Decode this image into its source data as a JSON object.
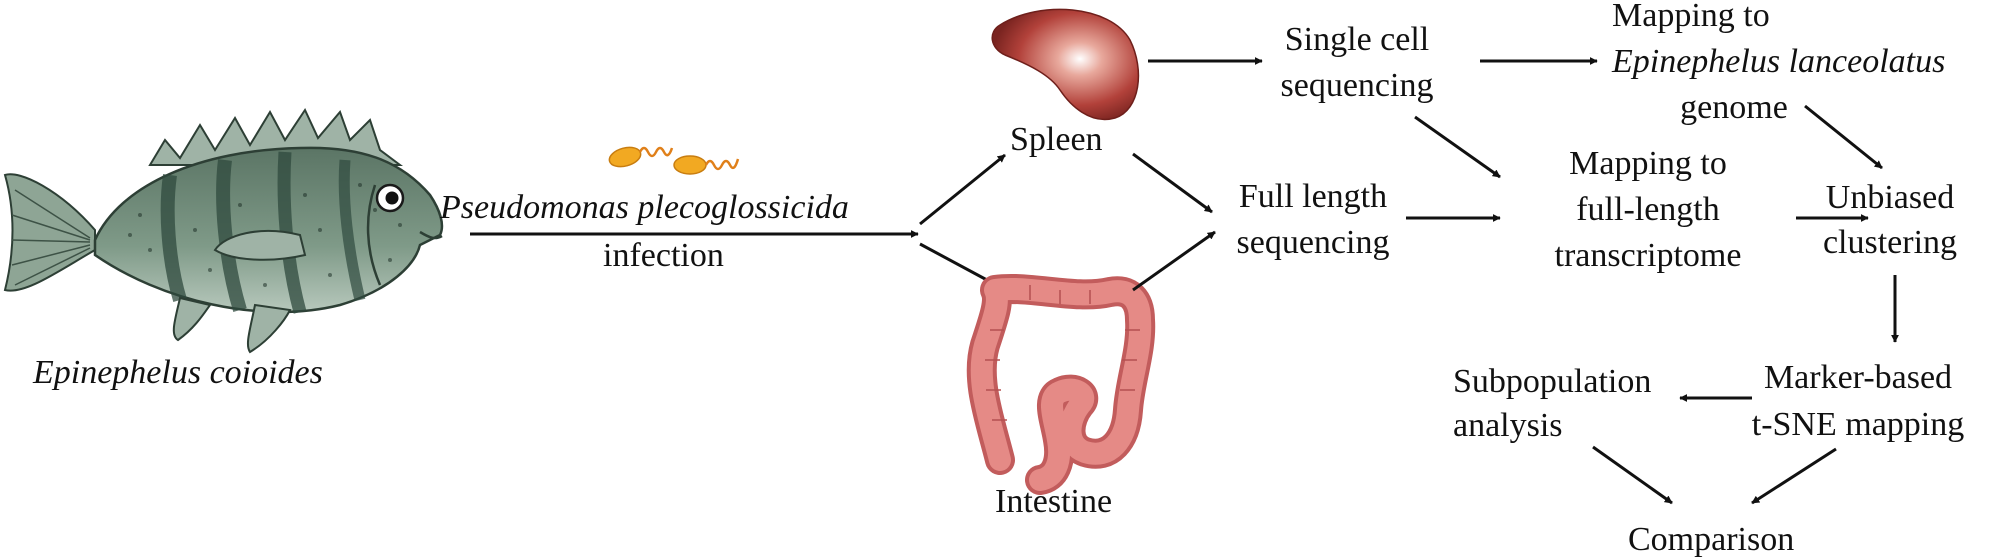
{
  "diagram": {
    "fish_label": "Epinephelus coioides",
    "pathogen_label": "Pseudomonas plecoglossicida",
    "infection_label": "infection",
    "spleen_label": "Spleen",
    "intestine_label": "Intestine",
    "single_cell": [
      "Single cell",
      "sequencing"
    ],
    "full_length": [
      "Full length",
      "sequencing"
    ],
    "genome_mapping": {
      "line1": "Mapping to",
      "species": "Epinephelus lanceolatus",
      "line3": "genome"
    },
    "transcriptome_mapping": [
      "Mapping to",
      "full-length",
      "transcriptome"
    ],
    "clustering": [
      "Unbiased",
      "clustering"
    ],
    "tsne": [
      "Marker-based",
      "t-SNE mapping"
    ],
    "subpopulation": [
      "Subpopulation",
      "analysis"
    ],
    "comparison": "Comparison"
  },
  "colors": {
    "fish_body": "#6f8a78",
    "fish_stripe": "#2f4a3e",
    "fish_fin": "#9fb3a6",
    "spleen": "#b2413a",
    "intestine": "#e58a86",
    "bacteria": "#f2a922",
    "arrow": "#111111"
  }
}
